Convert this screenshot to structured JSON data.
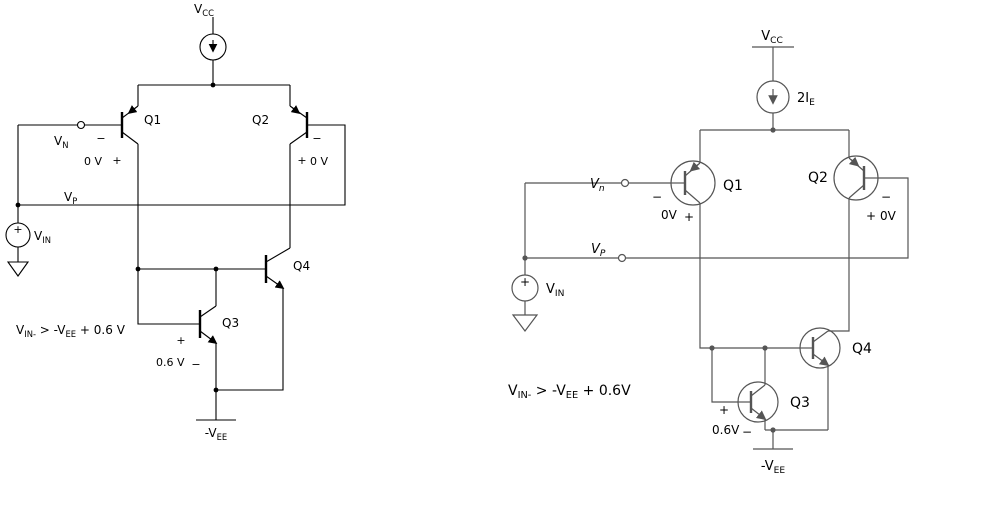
{
  "colors": {
    "background": "#ffffff",
    "left_stroke": "#000000",
    "right_stroke": "#555555",
    "text": "#000000"
  },
  "left_circuit": {
    "vcc": [
      {
        "t": "V"
      },
      {
        "t": "CC",
        "sub": true
      }
    ],
    "q1": "Q1",
    "q2": "Q2",
    "q3": "Q3",
    "q4": "Q4",
    "vn": [
      {
        "t": "V"
      },
      {
        "t": "N",
        "sub": true
      }
    ],
    "vp": [
      {
        "t": "V"
      },
      {
        "t": "P",
        "sub": true
      }
    ],
    "vin": [
      {
        "t": "V"
      },
      {
        "t": "IN",
        "sub": true
      }
    ],
    "vin_plus": "+",
    "q1_minus": "−",
    "q1_zero": "0 V",
    "q1_plus": "+",
    "q2_minus": "−",
    "q2_plus": "+",
    "q2_zero": "0 V",
    "q3_plus": "+",
    "q3_vbe": "0.6 V",
    "q3_minus": "−",
    "annotation": [
      {
        "t": "V"
      },
      {
        "t": "IN-",
        "sub": true
      },
      {
        "t": " > -V"
      },
      {
        "t": "EE",
        "sub": true
      },
      {
        "t": " + 0.6 V"
      }
    ],
    "vee": [
      {
        "t": "-V"
      },
      {
        "t": "EE",
        "sub": true
      }
    ]
  },
  "right_circuit": {
    "vcc": [
      {
        "t": "V"
      },
      {
        "t": "CC",
        "sub": true
      }
    ],
    "tail_current": [
      {
        "t": "2I"
      },
      {
        "t": "E",
        "sub": true
      }
    ],
    "q1": "Q1",
    "q2": "Q2",
    "q3": "Q3",
    "q4": "Q4",
    "vn": [
      {
        "t": "V"
      },
      {
        "t": "n",
        "sub": true
      }
    ],
    "vp": [
      {
        "t": "V"
      },
      {
        "t": "P",
        "sub": true
      }
    ],
    "vin": [
      {
        "t": "V"
      },
      {
        "t": "IN",
        "sub": true
      }
    ],
    "vin_plus": "+",
    "q1_minus": "−",
    "q1_zero": "0V",
    "q1_plus": "+",
    "q2_minus": "−",
    "q2_plus": "+",
    "q2_zero": "0V",
    "q3_plus": "+",
    "q3_vbe": "0.6V",
    "q3_minus": "−",
    "annotation": [
      {
        "t": "V"
      },
      {
        "t": "IN-",
        "sub": true
      },
      {
        "t": " > -V"
      },
      {
        "t": "EE",
        "sub": true
      },
      {
        "t": " + 0.6V"
      }
    ],
    "vee": [
      {
        "t": "-V"
      },
      {
        "t": "EE",
        "sub": true
      }
    ]
  }
}
